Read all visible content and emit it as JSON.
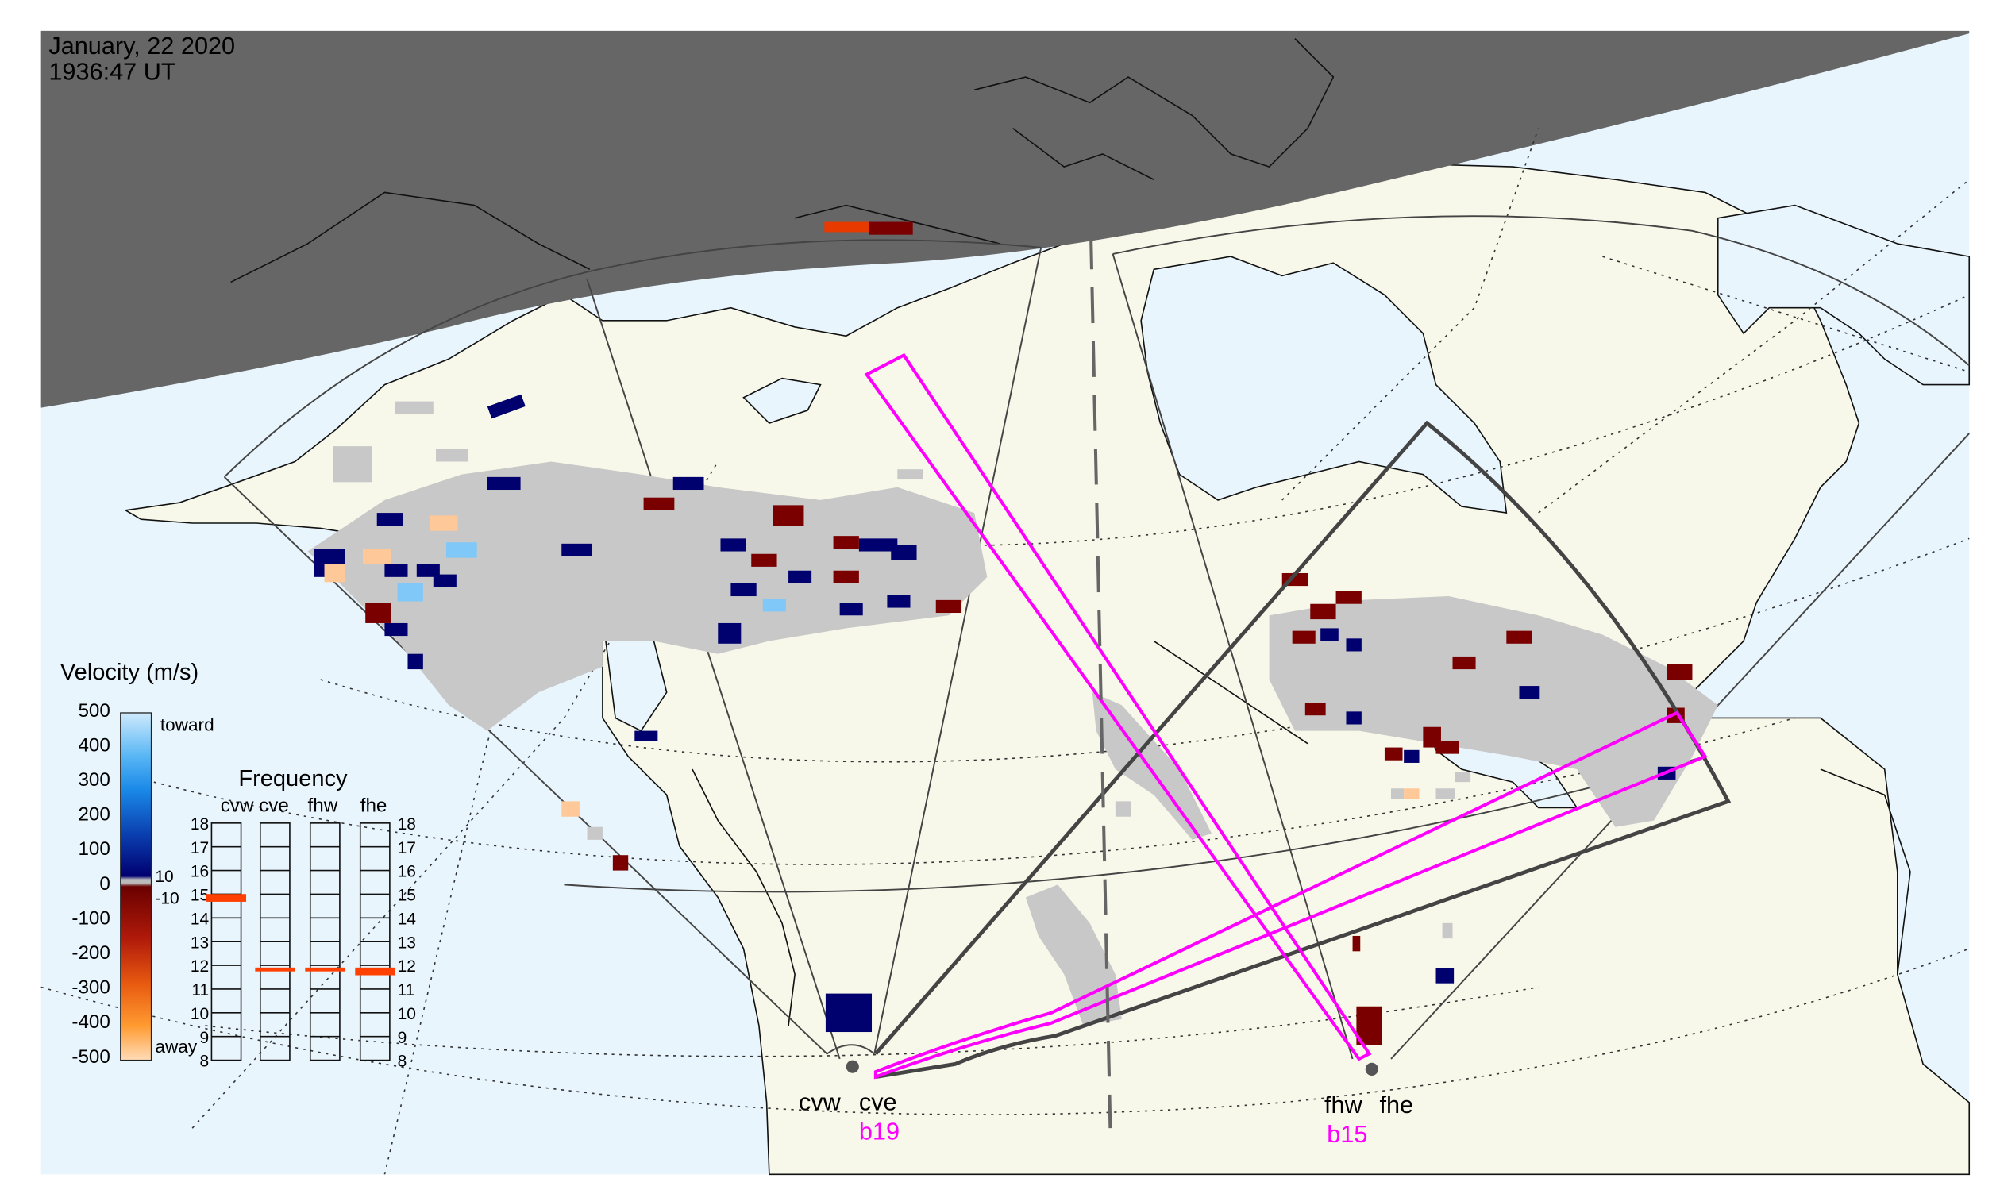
{
  "header": {
    "date": "January, 22 2020",
    "time": "1936:47 UT"
  },
  "colors": {
    "ocean": "#e9f5fd",
    "land": "#f8f8ea",
    "night": "#666666",
    "scatter": "#c8c8c8",
    "beam": "#ff00ff",
    "fov": "#444444"
  },
  "velocity_legend": {
    "title": "Velocity (m/s)",
    "ticks": [
      "500",
      "400",
      "300",
      "200",
      "100",
      "0",
      "-100",
      "-200",
      "-300",
      "-400",
      "-500"
    ],
    "toward_label": "toward",
    "away_label": "away",
    "ground_scatter_ticks": [
      "10",
      "-10"
    ]
  },
  "frequency_panel": {
    "title": "Frequency",
    "radars": [
      "cvw",
      "cve",
      "fhw",
      "fhe"
    ],
    "ticks": [
      "18",
      "17",
      "16",
      "15",
      "14",
      "13",
      "12",
      "11",
      "10",
      "9",
      "8"
    ],
    "frequencies_mhz": {
      "cvw": 14.9,
      "cve": 11.8,
      "fhw": 11.8,
      "fhe": 11.8
    }
  },
  "radars": {
    "christmas_valley": {
      "west": "cvw",
      "east": "cve",
      "beam": "b19"
    },
    "fort_hays": {
      "west": "fhw",
      "east": "fhe",
      "beam": "b15"
    }
  }
}
